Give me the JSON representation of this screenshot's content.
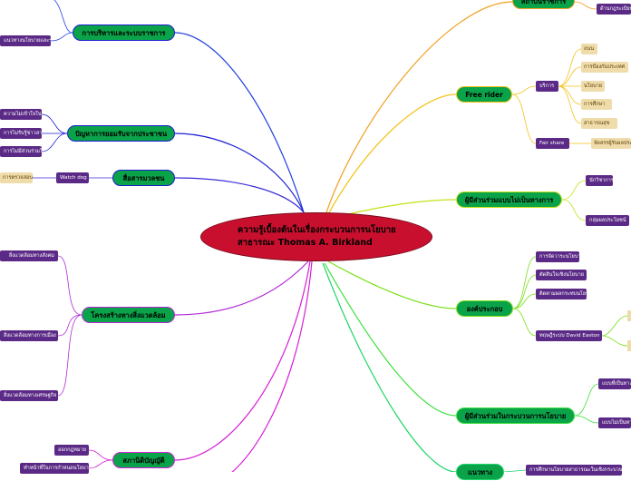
{
  "center": {
    "line1": "ความรู้เบื้องต้นในเรื่องกระบวนการนโยบาย",
    "line2": "สาธารณะ Thomas A. Birkland"
  },
  "left": {
    "admin": "การบริหารและระบบราชการ",
    "admin_sub": "แนวทางนโยบายและระบบบริหารราชการ",
    "pressure": "ปัญหาการยอมรับจากประชาชน",
    "pressure_items": [
      "ความไม่เข้าใจในนโยบายสาธารณะ",
      "การไม่รับรู้ข่าวสารทางการไม่มาใช้สิทธิ",
      "การไม่มีส่วนร่วมในการใช้สิทธิการเลือกตั้ง"
    ],
    "media": "สื่อสารมวลชน",
    "media_watchdog": "Watch dog",
    "media_sub": "การตรวจสอบการใช้อำนาจรัฐ",
    "env": "โครงสร้างทางสิ่งแวดล้อม",
    "env_items": [
      "สิ่งแวดล้อมทางสังคม",
      "สิ่งแวดล้อมทางการเมือง",
      "สิ่งแวดล้อมทางเศรษฐกิจ"
    ],
    "legislature": "สภานิติบัญญัติ",
    "leg_items": [
      "ออกกฎหมาย",
      "ทำหน้าที่ในการกำหนดนโยบาย"
    ]
  },
  "right": {
    "top_main": "สถาบันราชการ",
    "top_sub": "ด้านกฎระเบียบราชการ",
    "free_rider": "Free rider",
    "service": "บริการ",
    "service_items": [
      "ถนน",
      "การป้องกันประเทศ",
      "นโยบาย",
      "การศึกษา",
      "สาธารณสุข"
    ],
    "fair_share": "Fair share",
    "fair_share_sub": "จัดสรรผู้รับผลประโยชน์",
    "informal": "ผู้มีส่วนร่วมแบบไม่เป็นทางการ",
    "informal_items": [
      "นักวิชาการ",
      "กลุ่มผลประโยชน์"
    ],
    "org": "องค์ประกอบ",
    "org_items": [
      "การจัดวาระนโยบาย",
      "ตัดสินใจเชิงนโยบาย",
      "ติดตามผลกระทบนโยบาย",
      "ทฤษฎีระบบ David Easton"
    ],
    "participants": "ผู้มีส่วนร่วมในกระบวนการนโยบาย",
    "part_items": [
      "แบบที่เป็นทางการ",
      "แบบไม่เป็นทางการ"
    ],
    "bottom_main": "แนวทาง",
    "bottom_sub": "การศึกษานโยบายสาธารณะในเชิงกระบวนการ"
  },
  "colors": {
    "center_fill": "#c8102e",
    "main_fill": "#0aa34a",
    "pill": "#5b2a86",
    "tan": "#efdcaa"
  }
}
